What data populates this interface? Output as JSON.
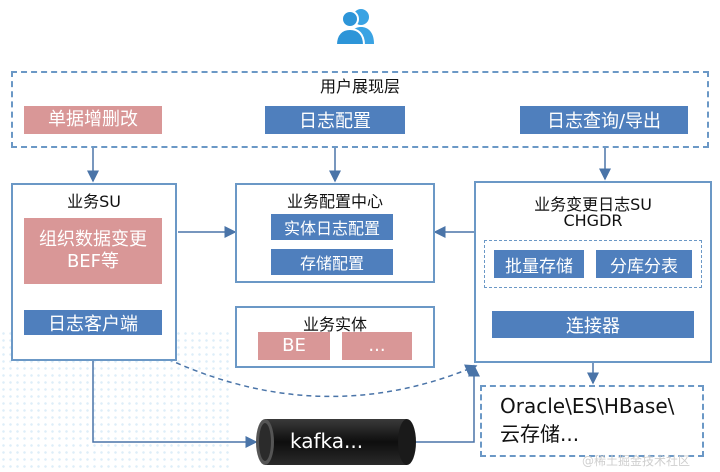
{
  "presentation_layer": {
    "title": "用户展现层",
    "modules": [
      "单据增删改",
      "日志配置",
      "日志查询/导出"
    ]
  },
  "business_su": {
    "title": "业务SU",
    "org_data_label": "组织数据变更\nBEF等",
    "log_client_label": "日志客户端"
  },
  "config_center": {
    "title": "业务配置中心",
    "items": [
      "实体日志配置",
      "存储配置"
    ]
  },
  "business_entity": {
    "title": "业务实体",
    "items": [
      "BE",
      "..."
    ]
  },
  "change_log_su": {
    "title_line1": "业务变更日志SU",
    "title_line2": "CHGDR",
    "items": [
      "批量存储",
      "分库分表"
    ],
    "connector_label": "连接器"
  },
  "storage": {
    "line1": "Oracle\\ES\\HBase\\",
    "line2": "云存储..."
  },
  "queue": {
    "label": "kafka..."
  },
  "watermark": "@稀土掘金技术社区",
  "colors": {
    "blue": "#4f7fbd",
    "pink": "#d99797",
    "border": "#6b98c6",
    "arrow": "#4a74a8"
  },
  "icons": {
    "users": "users-icon"
  }
}
